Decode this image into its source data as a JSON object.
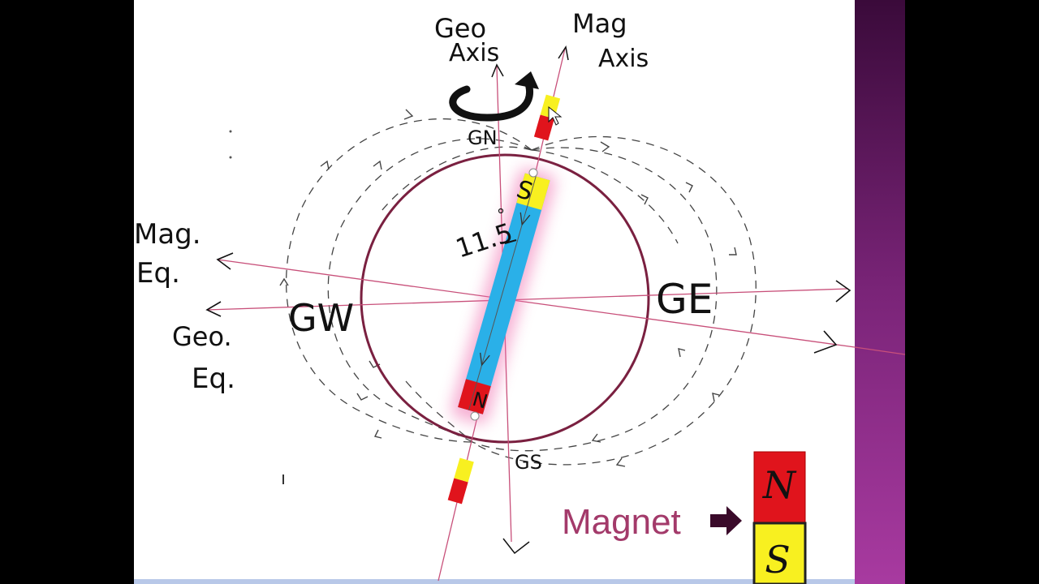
{
  "labels": {
    "geo_axis_line1": "Geo",
    "geo_axis_line2": "Axis",
    "mag_axis_line1": "Mag",
    "mag_axis_line2": "Axis",
    "geo_north": "GN",
    "geo_south": "GS",
    "geo_west": "GW",
    "geo_east": "GE",
    "mag_eq_line1": "Mag.",
    "mag_eq_line2": "Eq.",
    "geo_eq_line1": "Geo.",
    "geo_eq_line2": "Eq.",
    "tilt_angle": "11.5",
    "bar_south": "S",
    "bar_north": "N"
  },
  "legend": {
    "magnet_label": "Magnet",
    "north": "N",
    "south": "S"
  },
  "colors": {
    "frame_black": "#000000",
    "canvas_white": "#ffffff",
    "side_purple": "#8a2a8a",
    "earth_circle": "#7a2040",
    "axis_pink": "#c8507a",
    "bar_blue": "#2ab0e8",
    "glow_pink": "#f070b0",
    "pole_red": "#e0141c",
    "pole_yellow": "#f8f020",
    "magnet_text": "#a33a6a"
  },
  "icons": {
    "rotation": "curved-arrow-icon",
    "pointer": "arrow-cursor-icon",
    "legend_arrow": "right-arrow-icon"
  }
}
